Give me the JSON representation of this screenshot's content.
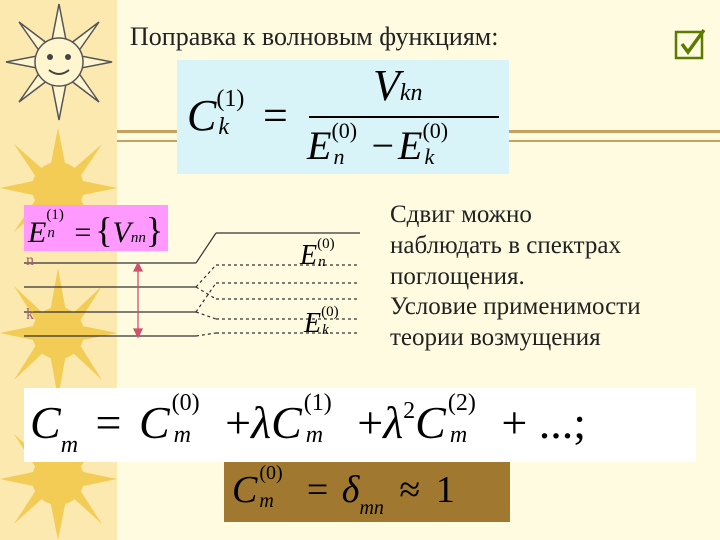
{
  "slide": {
    "title": "Поправка к волновым функциям:",
    "colors": {
      "background": "#fffbe0",
      "left_strip": "#fbe9b0",
      "formula_top_bg": "#d8f4f8",
      "formula_mid_bg": "#ff99ff",
      "formula_series_bg": "#ffffff",
      "formula_bottom_bg": "#a07830",
      "check_green": "#5a7a00",
      "arrow_red": "#d05070",
      "level_line": "#333333"
    },
    "checkbox_icon": "checked-box-icon",
    "formula_top": {
      "lhs": "C",
      "lhs_sup": "(1)",
      "lhs_sub": "k",
      "equals": "=",
      "numerator": "V",
      "numerator_sub": "kn",
      "den_a": "E",
      "den_a_sup": "(0)",
      "den_a_sub": "n",
      "minus": "−",
      "den_b": "E",
      "den_b_sup": "(0)",
      "den_b_sub": "k"
    },
    "formula_energy": {
      "lhs": "E",
      "lhs_sup": "(1)",
      "lhs_sub": "n",
      "equals": "=",
      "open": "{",
      "rhs": "V",
      "rhs_sub": "nn",
      "close": "}"
    },
    "levels": {
      "n_label": "n",
      "k_label": "k",
      "En0": "E",
      "En0_sup": "(0)",
      "En0_sub": "n",
      "Ek0": "E",
      "Ek0_sup": "(0)",
      "Ek0_sub": "k"
    },
    "side_text": [
      "Сдвиг можно",
      "наблюдать в спектрах",
      "поглощения.",
      "Условие применимости",
      "теории возмущения"
    ],
    "formula_series": {
      "lhs": "C",
      "lhs_sub": "m",
      "equals": "=",
      "t0": "C",
      "t0_sup": "(0)",
      "t0_sub": "m",
      "plus1": "+",
      "lambda1": "λ",
      "t1": "C",
      "t1_sup": "(1)",
      "t1_sub": "m",
      "plus2": "+",
      "lambda2": "λ",
      "lambda2_sup": "2",
      "t2": "C",
      "t2_sup": "(2)",
      "t2_sub": "m",
      "tail": "+ ...;"
    },
    "formula_bottom": {
      "lhs": "C",
      "lhs_sup": "(0)",
      "lhs_sub": "m",
      "equals": "=",
      "delta": "δ",
      "delta_sub": "mn",
      "approx": "≈",
      "one": "1"
    }
  }
}
